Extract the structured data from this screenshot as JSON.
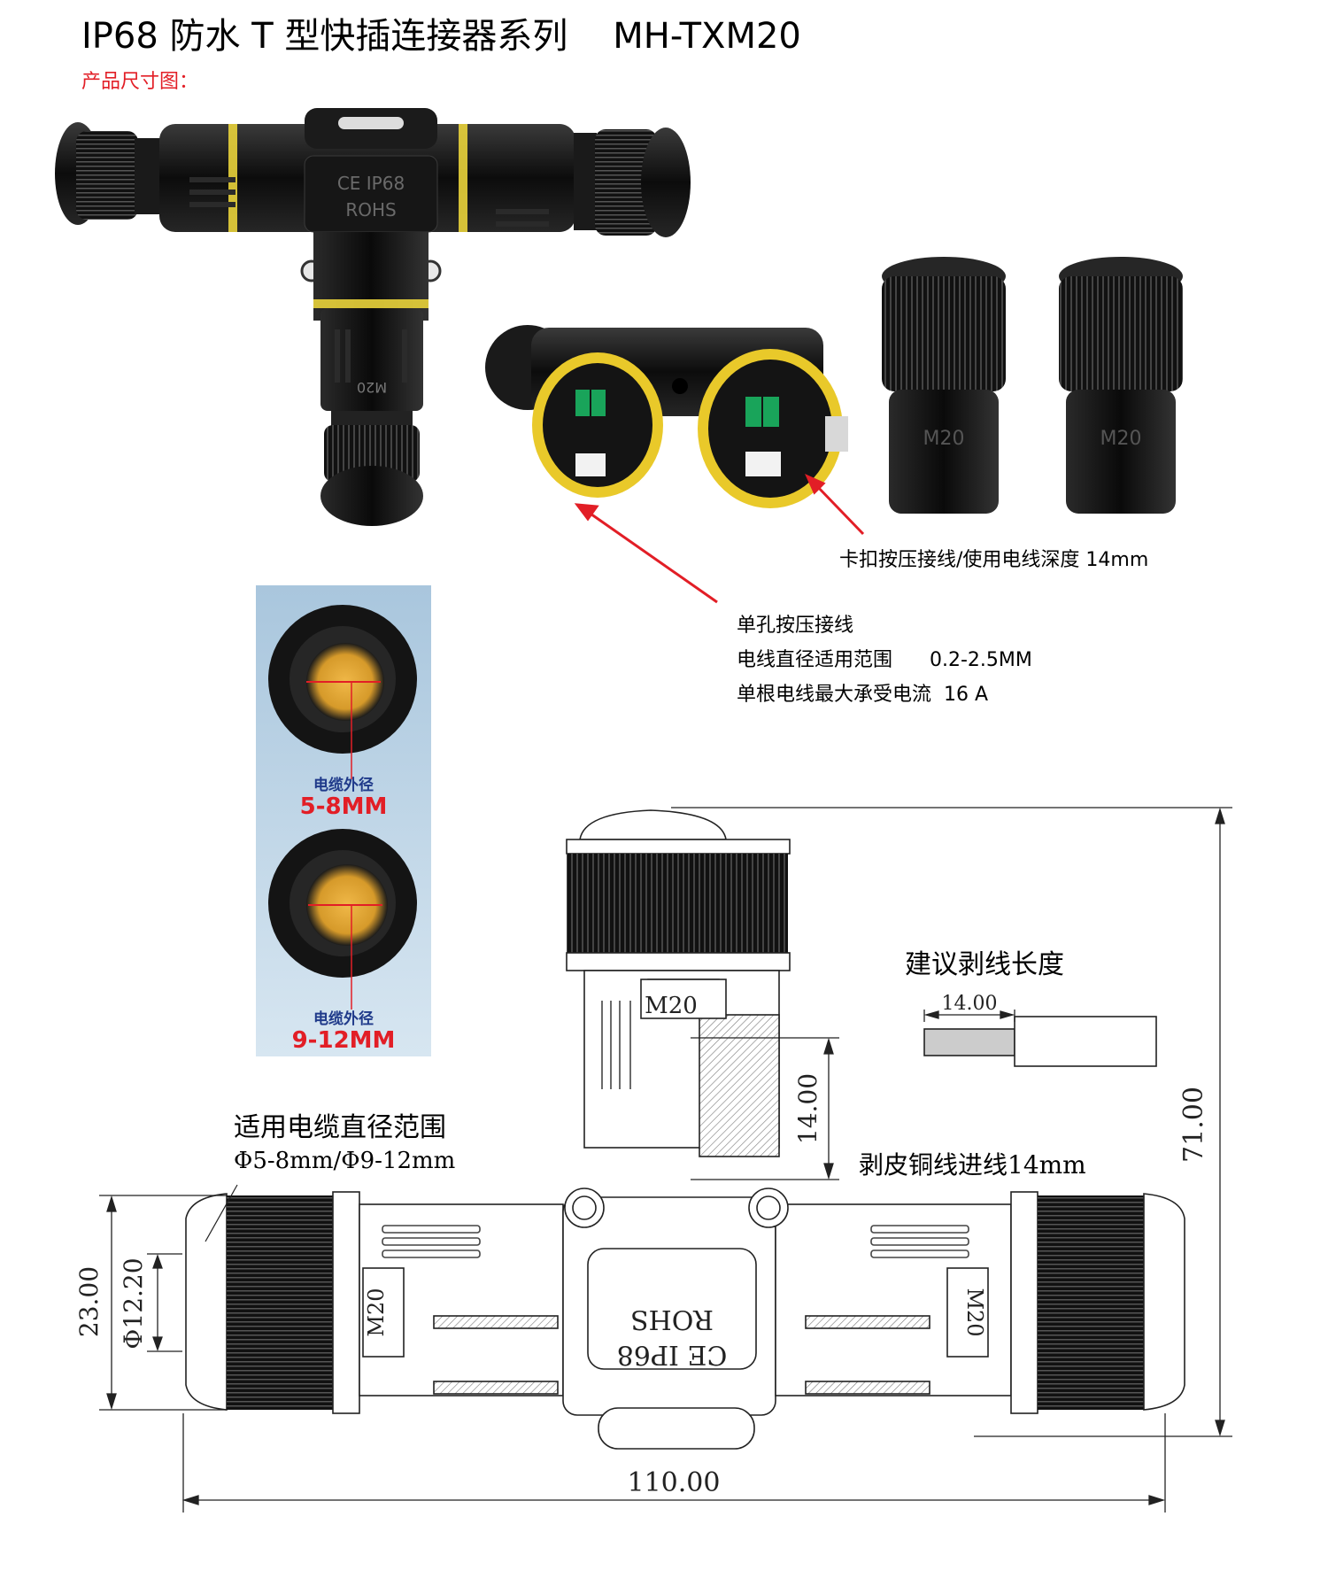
{
  "header": {
    "title": "IP68 防水 T 型快插连接器系列    MH-TXM20",
    "subtitle": "产品尺寸图："
  },
  "photo_annotations": {
    "latch": "卡扣按压接线/使用电线深度 14mm",
    "single_hole": "单孔按压接线",
    "wire_diameter": "电线直径适用范围      0.2-2.5MM",
    "max_current": "单根电线最大承受电流  16 A"
  },
  "cable_insets": [
    {
      "label": "电缆外径",
      "range": "5-8MM"
    },
    {
      "label": "电缆外径",
      "range": "9-12MM"
    }
  ],
  "product_markings": {
    "cert": "CE IP68",
    "rohs": "ROHS",
    "thread": "M20"
  },
  "drawing": {
    "strip_title": "建议剥线长度",
    "strip_dim": "14.00",
    "cable_range_title": "适用电缆直径范围",
    "cable_range_value": "Φ5-8mm/Φ9-12mm",
    "copper_note": "剥皮铜线进线14mm",
    "dim_height": "71.00",
    "dim_width": "110.00",
    "dim_body": "23.00",
    "dim_bore": "Φ12.20",
    "dim_inner": "14.00",
    "ce_mark": "CE IP68",
    "rohs_mark": "ROHS",
    "thread_mark": "M20"
  }
}
